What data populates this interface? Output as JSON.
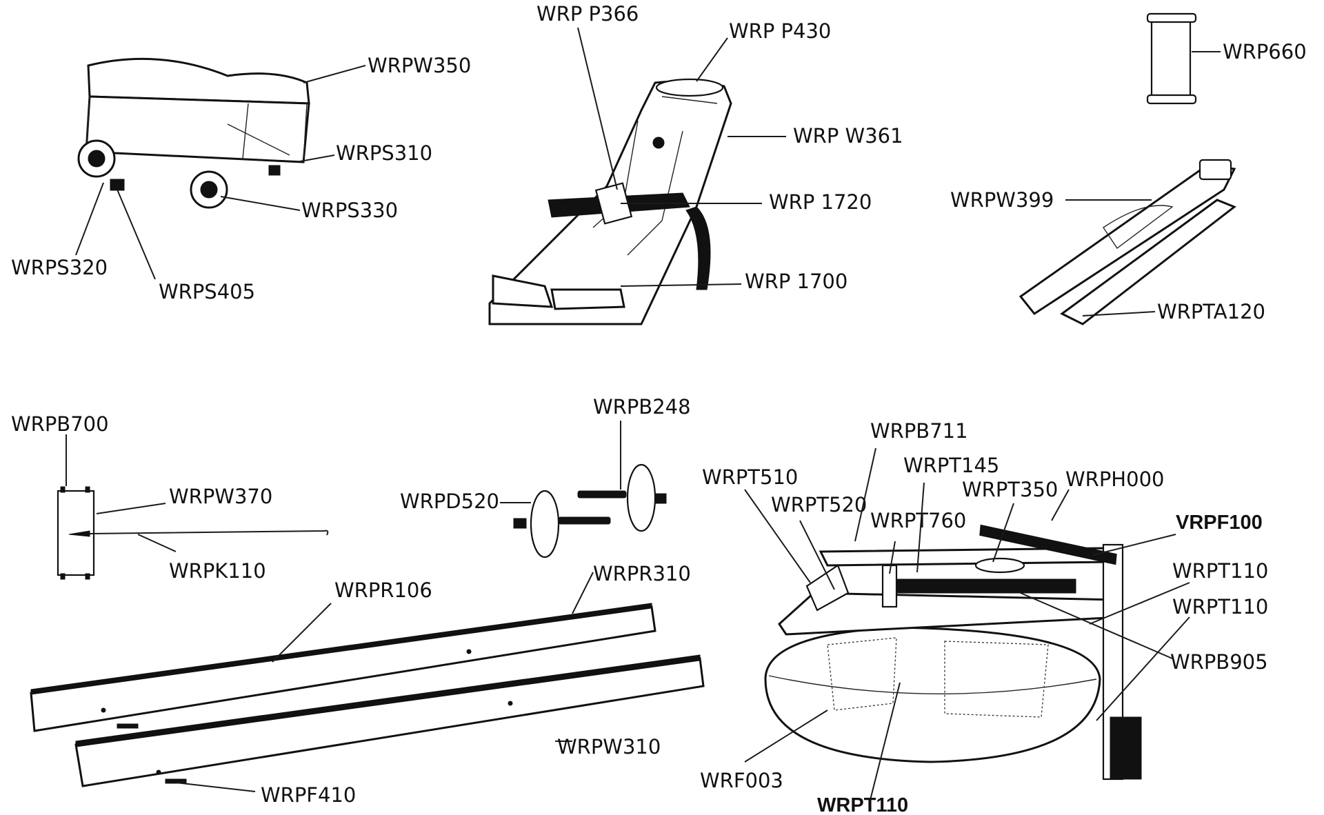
{
  "labels": {
    "wrpw350": "WRPW350",
    "wrps310": "WRPS310",
    "wrps330": "WRPS330",
    "wrps320": "WRPS320",
    "wrps405": "WRPS405",
    "wrp_p366": "WRP P366",
    "wrp_p430": "WRP P430",
    "wrp_w361": "WRP W361",
    "wrp_1720": "WRP 1720",
    "wrp_1700": "WRP 1700",
    "wrp660": "WRP660",
    "wrpw399": "WRPW399",
    "wrpta120": "WRPTA120",
    "wrpb700": "WRPB700",
    "wrpw370": "WRPW370",
    "wrpk110": "WRPK110",
    "wrpb248": "WRPB248",
    "wrpd520": "WRPD520",
    "wrpr106": "WRPR106",
    "wrpr310": "WRPR310",
    "wrpw310": "WRPW310",
    "wrpf410": "WRPF410",
    "wrpb711": "WRPB711",
    "wrpt145": "WRPT145",
    "wrpt510": "WRPT510",
    "wrpt520": "WRPT520",
    "wrpt350": "WRPT350",
    "wrph000": "WRPH000",
    "wrpt760": "WRPT760",
    "vrpf100": "VRPF100",
    "wrpt110_a": "WRPT110",
    "wrpt110_b": "WRPT110",
    "wrpb905": "WRPB905",
    "wrf003": "WRF003",
    "wrpt110_c": "WRPT110"
  }
}
